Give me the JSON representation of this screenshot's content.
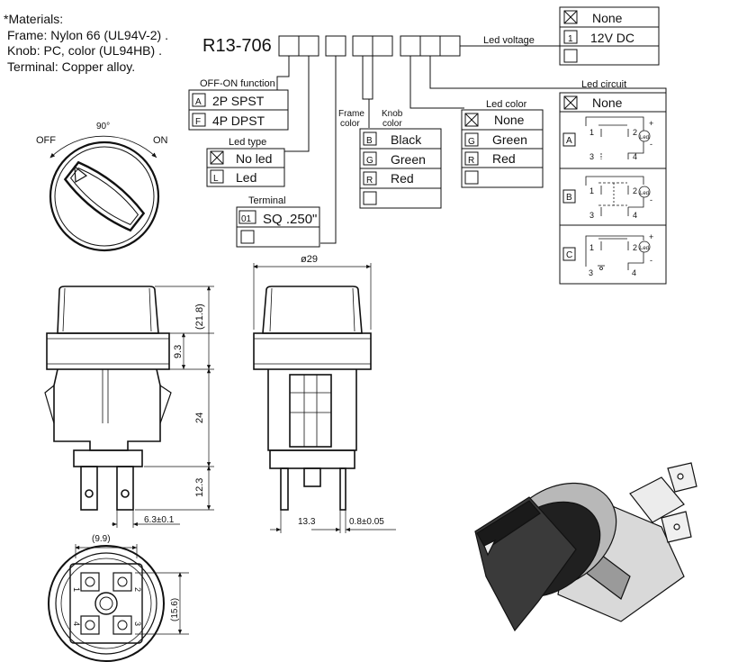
{
  "materials": {
    "heading": "*Materials:",
    "frame": "Frame: Nylon 66 (UL94V-2) .",
    "knob": "Knob: PC, color (UL94HB) .",
    "terminal": "Terminal: Copper alloy."
  },
  "part_code": "R13-706",
  "off_on_function": {
    "title": "OFF-ON function",
    "options": [
      {
        "code": "A",
        "label": "2P SPST"
      },
      {
        "code": "F",
        "label": "4P DPST"
      }
    ]
  },
  "led_type": {
    "title": "Led type",
    "options": [
      {
        "code": "X",
        "label": "No led"
      },
      {
        "code": "L",
        "label": "Led"
      }
    ]
  },
  "terminal": {
    "title": "Terminal",
    "options": [
      {
        "code": "01",
        "label": "SQ .250\""
      }
    ]
  },
  "frame_color": {
    "title": "Frame color"
  },
  "knob_color": {
    "title": "Knob color",
    "options": [
      {
        "code": "B",
        "label": "Black"
      },
      {
        "code": "G",
        "label": "Green"
      },
      {
        "code": "R",
        "label": "Red"
      }
    ]
  },
  "led_color": {
    "title": "Led color",
    "options": [
      {
        "code": "X",
        "label": "None"
      },
      {
        "code": "G",
        "label": "Green"
      },
      {
        "code": "R",
        "label": "Red"
      }
    ]
  },
  "led_voltage": {
    "title": "Led voltage",
    "options": [
      {
        "code": "X",
        "label": "None"
      },
      {
        "code": "1",
        "label": "12V DC"
      }
    ]
  },
  "led_circuit": {
    "title": "Led circuit",
    "none_label": "None",
    "rows": [
      {
        "code": "A"
      },
      {
        "code": "B"
      },
      {
        "code": "C"
      }
    ],
    "pin_labels": {
      "p1": "1",
      "p2": "2",
      "p3": "3",
      "p4": "4",
      "plus": "+",
      "minus": "-",
      "led": "Led"
    }
  },
  "knob_view": {
    "angle": "90°",
    "off": "OFF",
    "on": "ON"
  },
  "dimensions": {
    "diameter": "ø29",
    "d_21_8": "(21.8)",
    "d_9_3": "9.3",
    "d_24": "24",
    "d_12_3": "12.3",
    "d_6_3": "6.3±0.1",
    "d_13_3": "13.3",
    "d_0_8": "0.8±0.05",
    "d_9_9": "(9.9)",
    "d_15_6": "(15.6)"
  },
  "bottom_pins": {
    "p1": "1",
    "p2": "2",
    "p3": "3",
    "p4": "4"
  }
}
